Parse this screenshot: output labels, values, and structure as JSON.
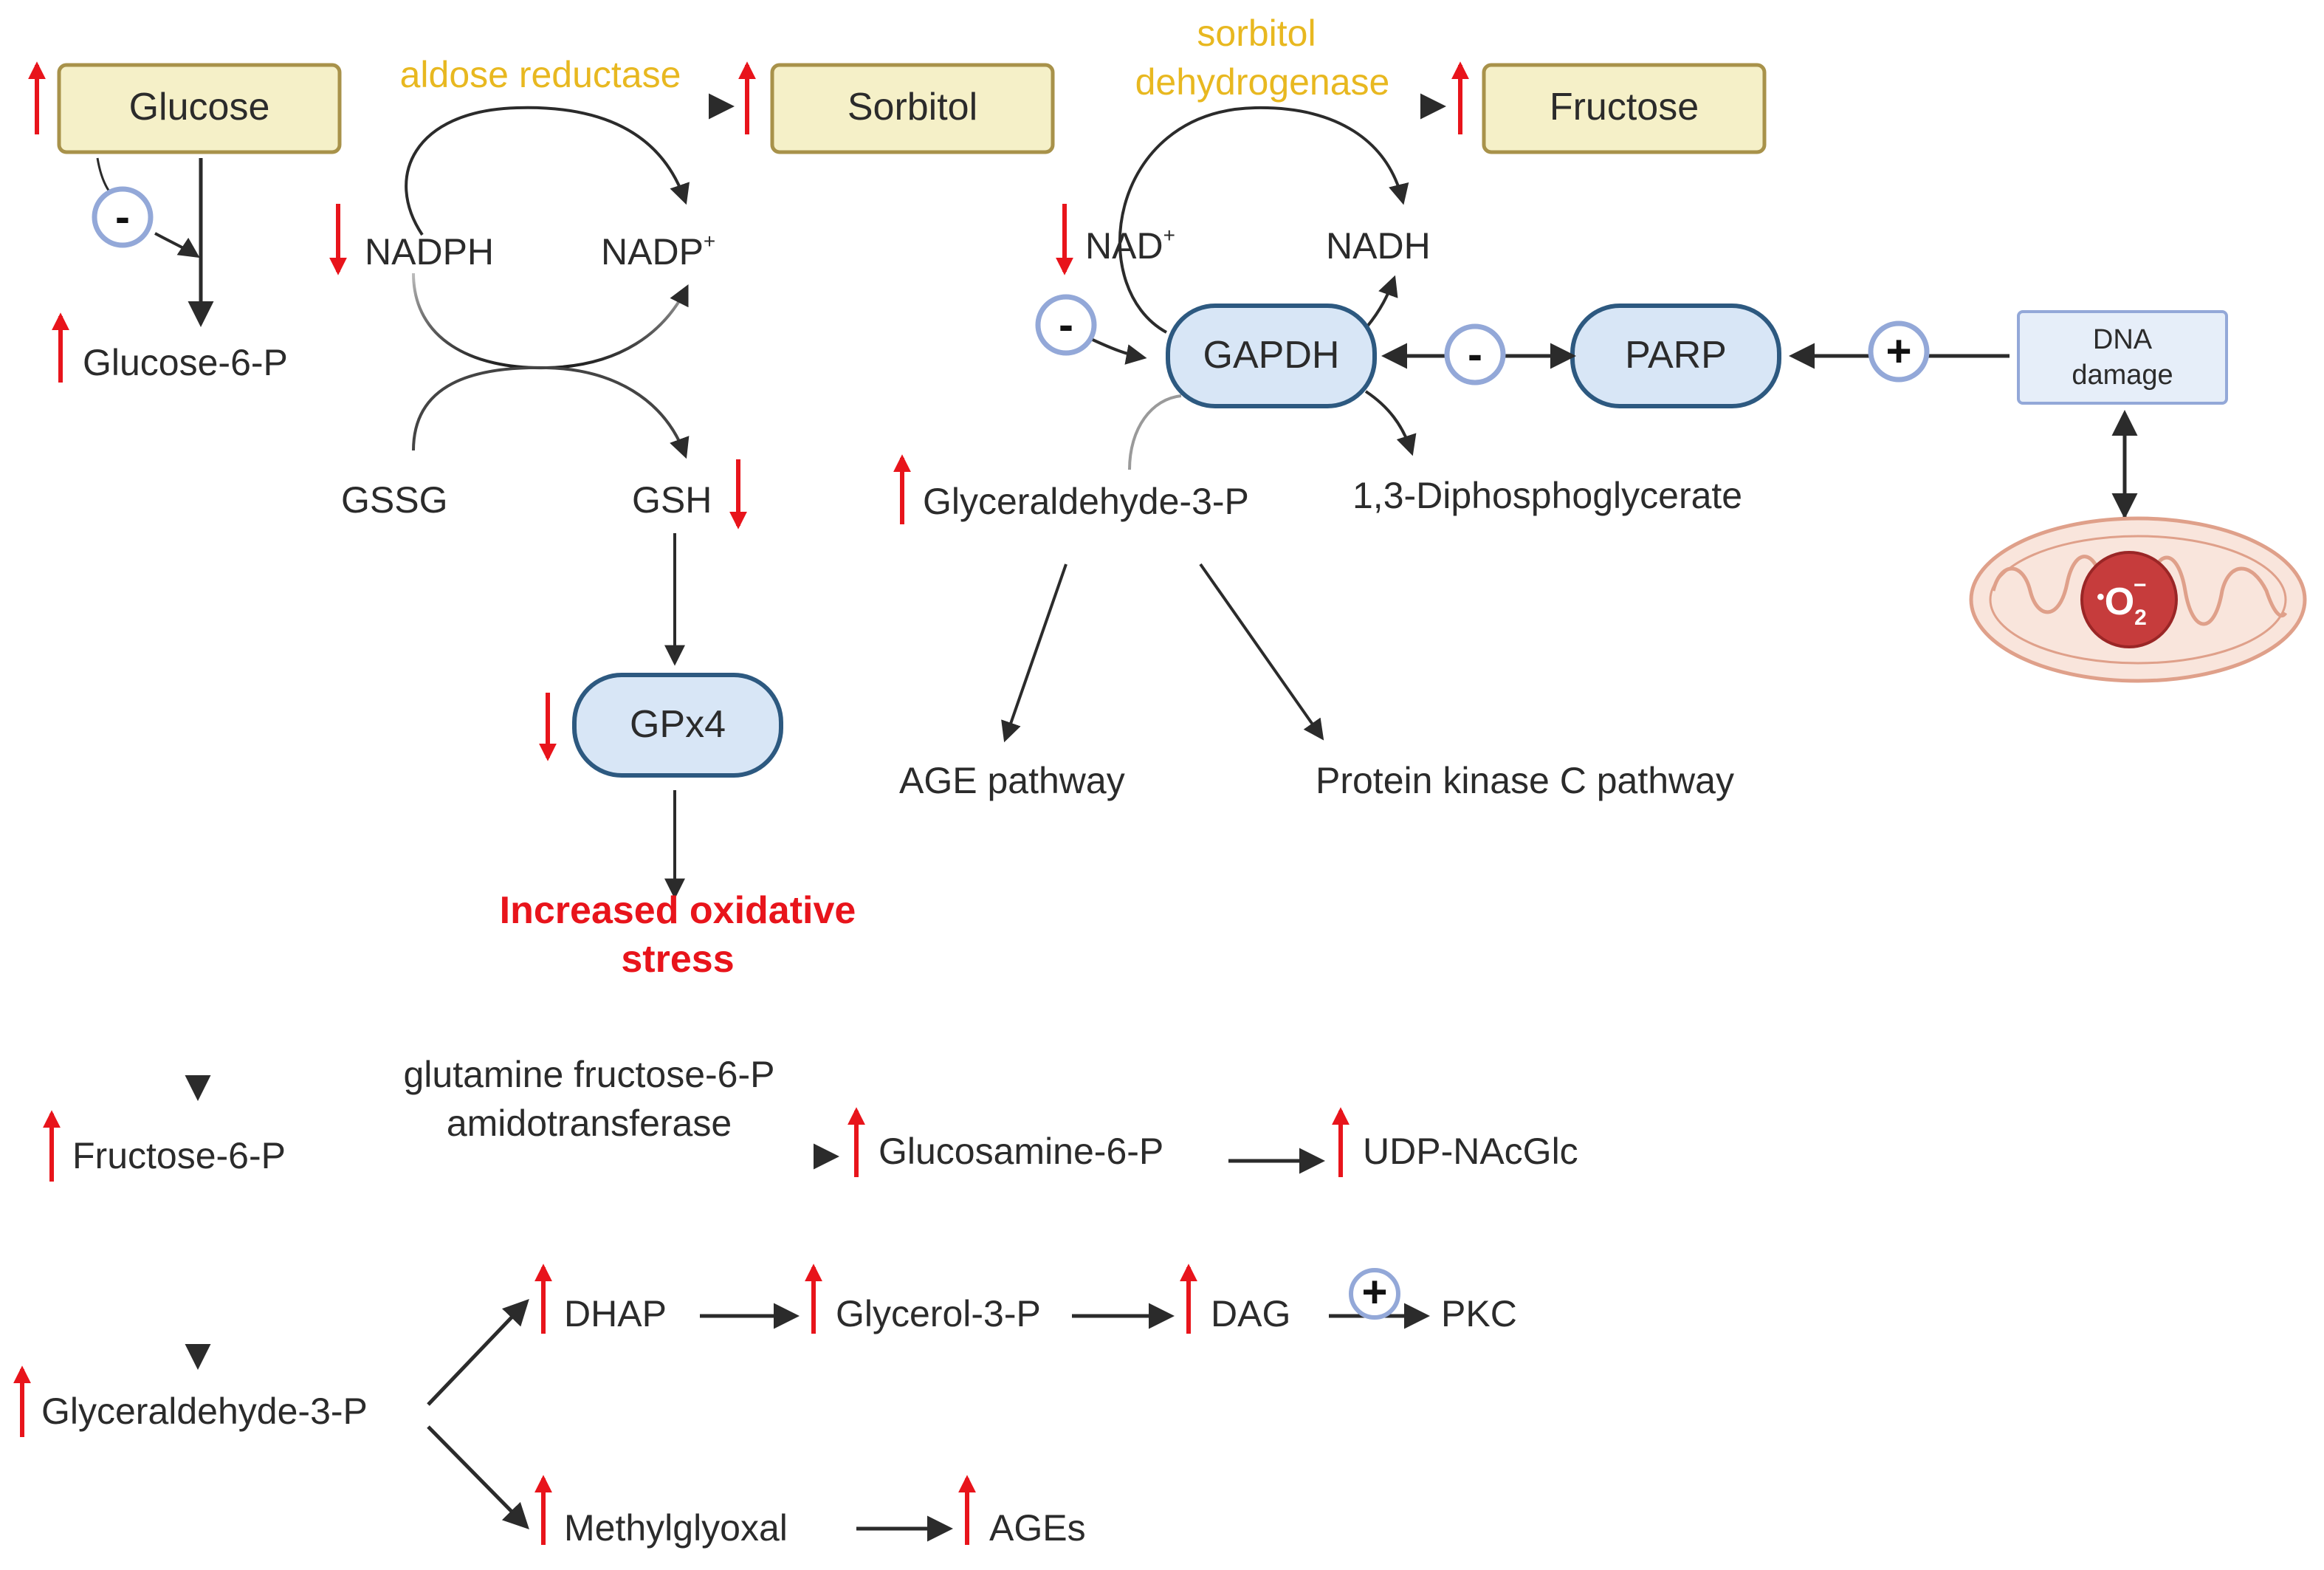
{
  "colors": {
    "substrate_box_fill": "#f5f0c8",
    "substrate_box_border": "#a8924a",
    "enzyme_fill": "#d8e6f6",
    "enzyme_border": "#2d5980",
    "enzyme_yellow": "#e8b820",
    "up_down_arrow": "#e8141b",
    "stress_red": "#e8141b",
    "age_pink": "#e37d7d",
    "pkc_green": "#55a83a",
    "hexosamine_purple": "#7f7fbf",
    "regulator_ring": "#93a8d8",
    "dna_box_fill": "#e6eef9",
    "dna_box_border": "#93a8d8",
    "mito_fill": "#f9e5dc",
    "mito_stroke": "#dfa08a",
    "superoxide_fill": "#c63c3c"
  },
  "polyol": {
    "glucose": "Glucose",
    "sorbitol": "Sorbitol",
    "fructose": "Fructose",
    "aldose_reductase": "aldose reductase",
    "sorbitol_dh_line1": "sorbitol",
    "sorbitol_dh_line2": "dehydrogenase",
    "nadph": "NADPH",
    "nadp": "NADP",
    "nadp_sup": "+",
    "gssg": "GSSG",
    "gsh": "GSH",
    "gpx4": "GPx4",
    "stress_line1": "Increased oxidative",
    "stress_line2": "stress",
    "nad": "NAD",
    "nad_sup": "+",
    "nadh": "NADH"
  },
  "gapdh_branch": {
    "gapdh": "GAPDH",
    "parp": "PARP",
    "dna_line1": "DNA",
    "dna_line2": "damage",
    "superoxide": "O",
    "superoxide_dot": "•",
    "superoxide_sub": "2",
    "superoxide_charge": "−",
    "g3p": "Glyceraldehyde-3-P",
    "bpg": "1,3-Diphosphoglycerate",
    "age_pathway": "AGE pathway",
    "pkc_pathway": "Protein kinase C pathway"
  },
  "glycolysis": {
    "g6p": "Glucose-6-P",
    "f6p": "Fructose-6-P",
    "g3p": "Glyceraldehyde-3-P"
  },
  "hexosamine": {
    "enzyme_line1": "glutamine fructose-6-P",
    "enzyme_line2": "amidotransferase",
    "glucosamine": "Glucosamine-6-P",
    "udp": "UDP-NAcGlc"
  },
  "dag_pkc": {
    "dhap": "DHAP",
    "glycerol3p": "Glycerol-3-P",
    "dag": "DAG",
    "pkc": "PKC"
  },
  "ages": {
    "methylglyoxal": "Methylglyoxal",
    "ages": "AGEs"
  },
  "regulators": {
    "minus": "-",
    "plus": "+"
  }
}
